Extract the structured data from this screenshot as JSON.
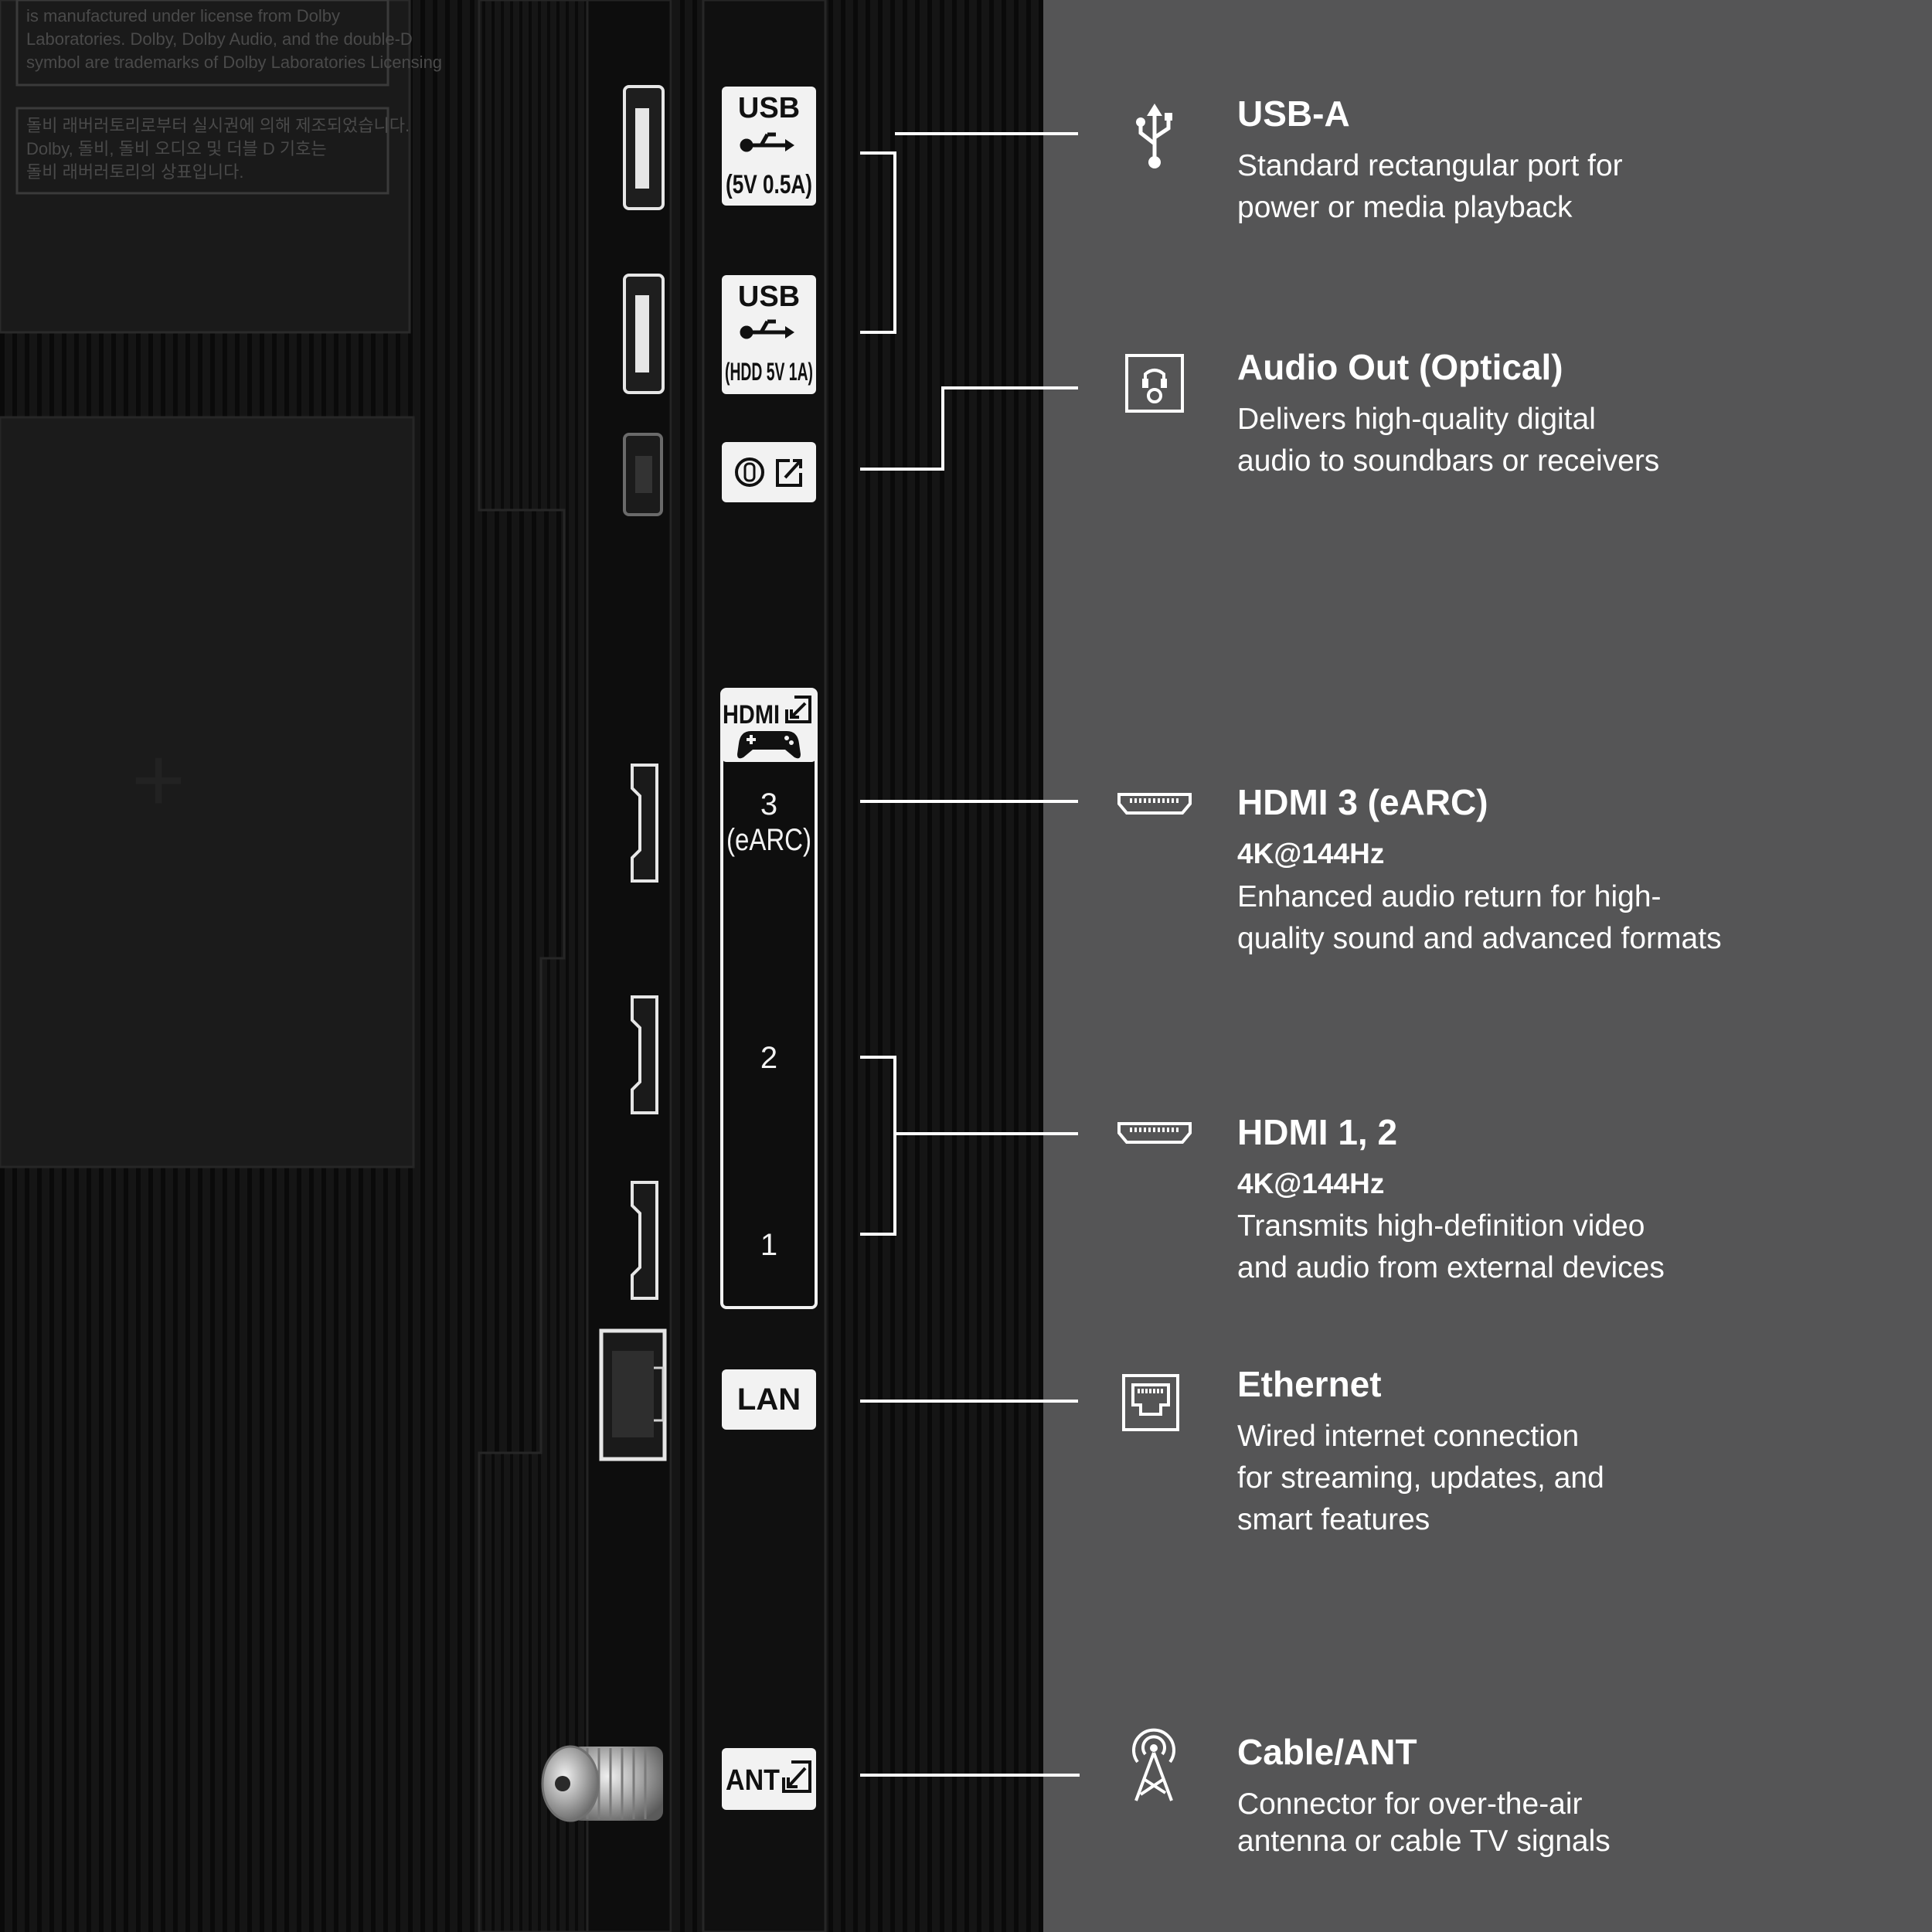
{
  "colors": {
    "panel_background": "#555556",
    "tv_body": "#141414",
    "label_white": "#f2f2f2",
    "text_white": "#ffffff"
  },
  "tv_back": {
    "legal_text_lines": [
      "is manufactured under license from Dolby",
      "Laboratories. Dolby, Dolby Audio, and the double-D",
      "symbol are trademarks of Dolby Laboratories Licensing",
      "돌비 래버러토리로부터 실시권에 의해 제조되었습니다.",
      "Dolby, 돌비, 돌비 오디오 및 더블 D 기호는",
      "돌비 래버러토리의 상표입니다."
    ],
    "labels": {
      "usb_1_top": "USB",
      "usb_1_bottom": "(5V 0.5A)",
      "usb_2_top": "USB",
      "usb_2_bottom": "(HDD 5V 1A)",
      "hdmi_header": "HDMI",
      "hdmi_3_num": "3",
      "hdmi_3_sub": "(eARC)",
      "hdmi_2_num": "2",
      "hdmi_1_num": "1",
      "lan": "LAN",
      "ant": "ANT"
    }
  },
  "ports": [
    {
      "title": "USB-A",
      "icon": "usb-icon",
      "lines": [
        "Standard rectangular port for",
        "power or media playback"
      ]
    },
    {
      "title": "Audio Out (Optical)",
      "icon": "optical-audio-icon",
      "lines": [
        "Delivers high-quality digital",
        "audio to soundbars or receivers"
      ]
    },
    {
      "title": "HDMI 3 (eARC)",
      "icon": "hdmi-icon",
      "spec": "4K@144Hz",
      "lines": [
        "Enhanced audio return for high-",
        "quality sound and advanced formats"
      ]
    },
    {
      "title": "HDMI 1, 2",
      "icon": "hdmi-icon",
      "spec": "4K@144Hz",
      "lines": [
        "Transmits high-definition video",
        "and audio from external devices"
      ]
    },
    {
      "title": "Ethernet",
      "icon": "ethernet-icon",
      "lines": [
        "Wired internet connection",
        "for streaming, updates, and",
        "smart features"
      ]
    },
    {
      "title": "Cable/ANT",
      "icon": "antenna-icon",
      "lines": [
        "Connector for over-the-air",
        "antenna or cable TV signals"
      ]
    }
  ]
}
